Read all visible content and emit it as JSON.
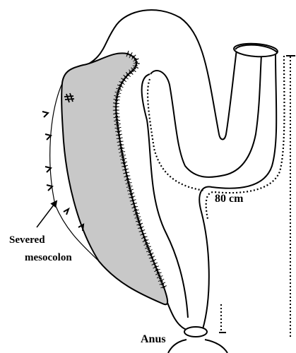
{
  "labels": {
    "length": "80 cm",
    "mesocolon_line1": "Severed",
    "mesocolon_line2": "mesocolon",
    "anus": "Anus"
  },
  "colors": {
    "outline": "#000000",
    "flap_fill": "#c8c8c8",
    "background": "#ffffff"
  }
}
